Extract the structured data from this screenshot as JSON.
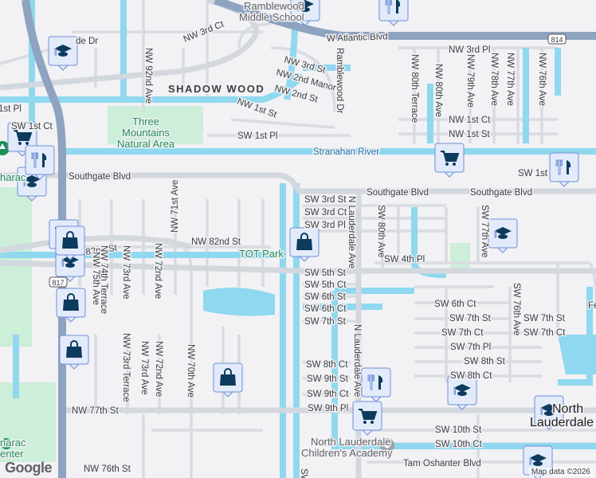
{
  "map": {
    "colors": {
      "land": "#f2f1f4",
      "water": "#8fd8ef",
      "park": "#cdeed9",
      "highway": "#8ea3bf",
      "road": "#d3d7de",
      "marker_bg": "#e3ebfb",
      "marker_icon": "#0d3b5e"
    },
    "route_shields": [
      "814",
      "817"
    ],
    "labels": {
      "ramblewood_1": "Ramblewood",
      "ramblewood_2": "Middle School",
      "w_atlantic": "W Atlantic Blvd",
      "de_dr": "de Dr",
      "nw3ct": "NW 3rd Ct",
      "nw92": "NW 92nd Ave",
      "shadow_wood": "SHADOW WOOD",
      "nw3st": "NW 3rd St",
      "nw2manor": "NW 2nd Manor",
      "nw2st": "NW 2nd St",
      "ramblewood_dr": "Ramblewood Dr",
      "nw1st_a": "NW 1st St",
      "sw1pl": "SW 1st Pl",
      "park1": "Three",
      "park2": "Mountains",
      "park3": "Natural Area",
      "first_pl": "1st Pl",
      "sw1ct": "SW 1st Ct",
      "stranahan": "Stranahan River",
      "southgate_1": "Southgate Blvd",
      "southgate_2": "Southgate Blvd",
      "southgate_3": "Southgate Blvd",
      "sw1st": "SW 1st",
      "nw3pl": "NW 3rd Pl",
      "nw80t": "NW 80th Terrace",
      "nw80": "NW 80th Ave",
      "nw79": "NW 79th Ave",
      "nw78": "NW 78th Ave",
      "nw77": "NW 77th Ave",
      "nw76": "NW 76th Ave",
      "nw1ct": "NW 1st Ct",
      "nw1st_b": "NW 1st St",
      "nw71": "NW 71st Ave",
      "sw3st": "SW 3rd St",
      "sw3ct": "SW 3rd Ct",
      "sw3pl": "SW 3rd Pl",
      "nlaud_1": "N Lauderdale Ave",
      "sw80": "SW 80th Ave",
      "sw77": "SW 77th Ave",
      "nw82": "NW 82nd St",
      "st82": "82nd St",
      "tot": "TOT Park",
      "sw4pl": "SW 4th Pl",
      "sw5st": "SW 5th St",
      "sw5ct": "SW 5th Ct",
      "sw6st": "SW 6th St",
      "sw6ct": "SW 6th Ct",
      "sw7st": "SW 7th St",
      "nw75": "NW 75th Ave",
      "nw74t": "NW 74th Terrace",
      "nw73": "NW 73rd Ave",
      "nw72": "NW 72nd Ave",
      "sw6ct_b": "SW 6th Ct",
      "sw7st_b": "SW 7th St",
      "sw7ct_b": "SW 7th Ct",
      "sw7pl": "SW 7th Pl",
      "sw8st": "SW 8th St",
      "sw8ct_b": "SW 8th Ct",
      "sw76": "SW 76th Ave",
      "sw7st_c": "SW 7th St",
      "sw7ct_c": "SW 7th Ct",
      "fe": "Fe",
      "nlaud_2": "N Lauderdale Ave",
      "sw8ct": "SW 8th Ct",
      "sw9st": "SW 9th St",
      "sw9ct": "SW 9th Ct",
      "sw9pl": "SW 9th Pl",
      "nw73t": "NW 73rd Terrace",
      "nw73_b": "NW 73rd Ave",
      "nw72_b": "NW 72nd Ave",
      "nw70": "NW 70th Ave",
      "nw77st": "NW 77th St",
      "city_1": "North",
      "city_2": "Lauderdale",
      "sw10st": "SW 10th St",
      "sw10ct": "SW 10th Ct",
      "academy_1": "North Lauderdale",
      "academy_2": "Children's Academy",
      "tam": "Tam Oshanter Blvd",
      "nw76st": "NW 76th St",
      "tamarac_1": "narac",
      "tamarac_2": "enter",
      "harac": "harac",
      "sw_partial": "SW"
    },
    "markers": [
      "school",
      "school",
      "school",
      "school",
      "school",
      "school",
      "school",
      "school",
      "shopping-cart",
      "shopping-cart",
      "shopping-cart",
      "shopping-cart",
      "restaurant",
      "restaurant",
      "restaurant",
      "restaurant",
      "shopping-bag",
      "shopping-bag",
      "shopping-bag",
      "shopping-bag",
      "shopping-bag"
    ],
    "attribution": "Map data ©2026",
    "logo": "Google"
  }
}
